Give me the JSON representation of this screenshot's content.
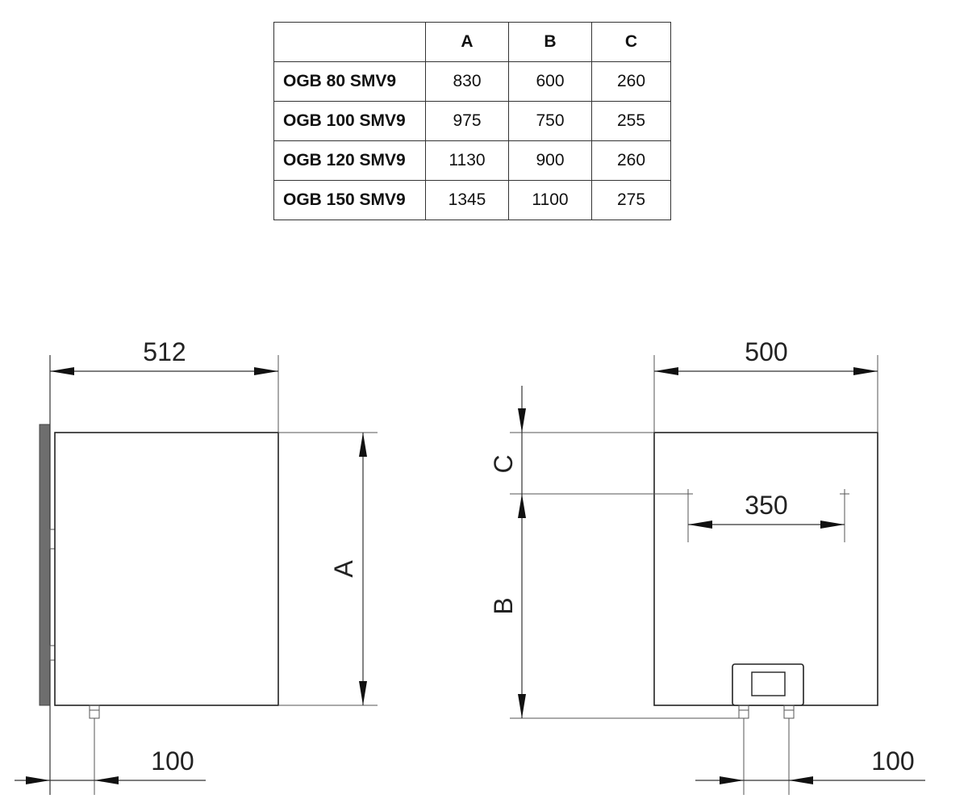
{
  "table": {
    "headers": [
      "",
      "A",
      "B",
      "C"
    ],
    "rows": [
      {
        "model": "OGB 80 SMV9",
        "a": "830",
        "b": "600",
        "c": "260"
      },
      {
        "model": "OGB 100 SMV9",
        "a": "975",
        "b": "750",
        "c": "255"
      },
      {
        "model": "OGB 120 SMV9",
        "a": "1130",
        "b": "900",
        "c": "260"
      },
      {
        "model": "OGB 150 SMV9",
        "a": "1345",
        "b": "1100",
        "c": "275"
      }
    ]
  },
  "side_view": {
    "width_label": "512",
    "height_label": "A",
    "pipe_offset_label": "100"
  },
  "front_view": {
    "width_label": "500",
    "top_offset_label": "C",
    "height_label": "B",
    "bracket_spacing_label": "350",
    "pipe_offset_label": "100"
  }
}
